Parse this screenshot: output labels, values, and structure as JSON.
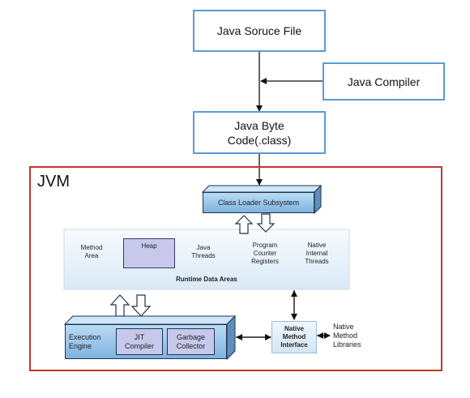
{
  "flow": {
    "source_file": "Java Soruce File",
    "compiler": "Java Compiler",
    "byte_code_line1": "Java Byte",
    "byte_code_line2": "Code(.class)"
  },
  "jvm": {
    "title": "JVM",
    "class_loader": "Class Loader Subsystem",
    "runtime": {
      "label": "Runtime Data Areas",
      "areas": [
        {
          "line1": "Method",
          "line2": "Area",
          "line3": ""
        },
        {
          "line1": "Heap",
          "line2": "",
          "line3": ""
        },
        {
          "line1": "Java",
          "line2": "Threads",
          "line3": ""
        },
        {
          "line1": "Program",
          "line2": "Counter",
          "line3": "Registers"
        },
        {
          "line1": "Native",
          "line2": "Internal",
          "line3": "Threads"
        }
      ]
    },
    "execution_engine": {
      "line1": "Execution",
      "line2": "Engine"
    },
    "jit": {
      "line1": "JIT",
      "line2": "Compiler"
    },
    "gc": {
      "line1": "Garbage",
      "line2": "Collector"
    },
    "nmi": {
      "line1": "Native",
      "line2": "Method",
      "line3": "Interface"
    },
    "native_libs": {
      "line1": "Native",
      "line2": "Method",
      "line3": "Libraries"
    }
  },
  "colors": {
    "flow_border": "#5b9bd5",
    "jvm_border": "#c0392b",
    "box_fill": "#9ec9ec",
    "heap_fill": "#c8c8ec",
    "runtime_fill": "#e8f2fa"
  }
}
